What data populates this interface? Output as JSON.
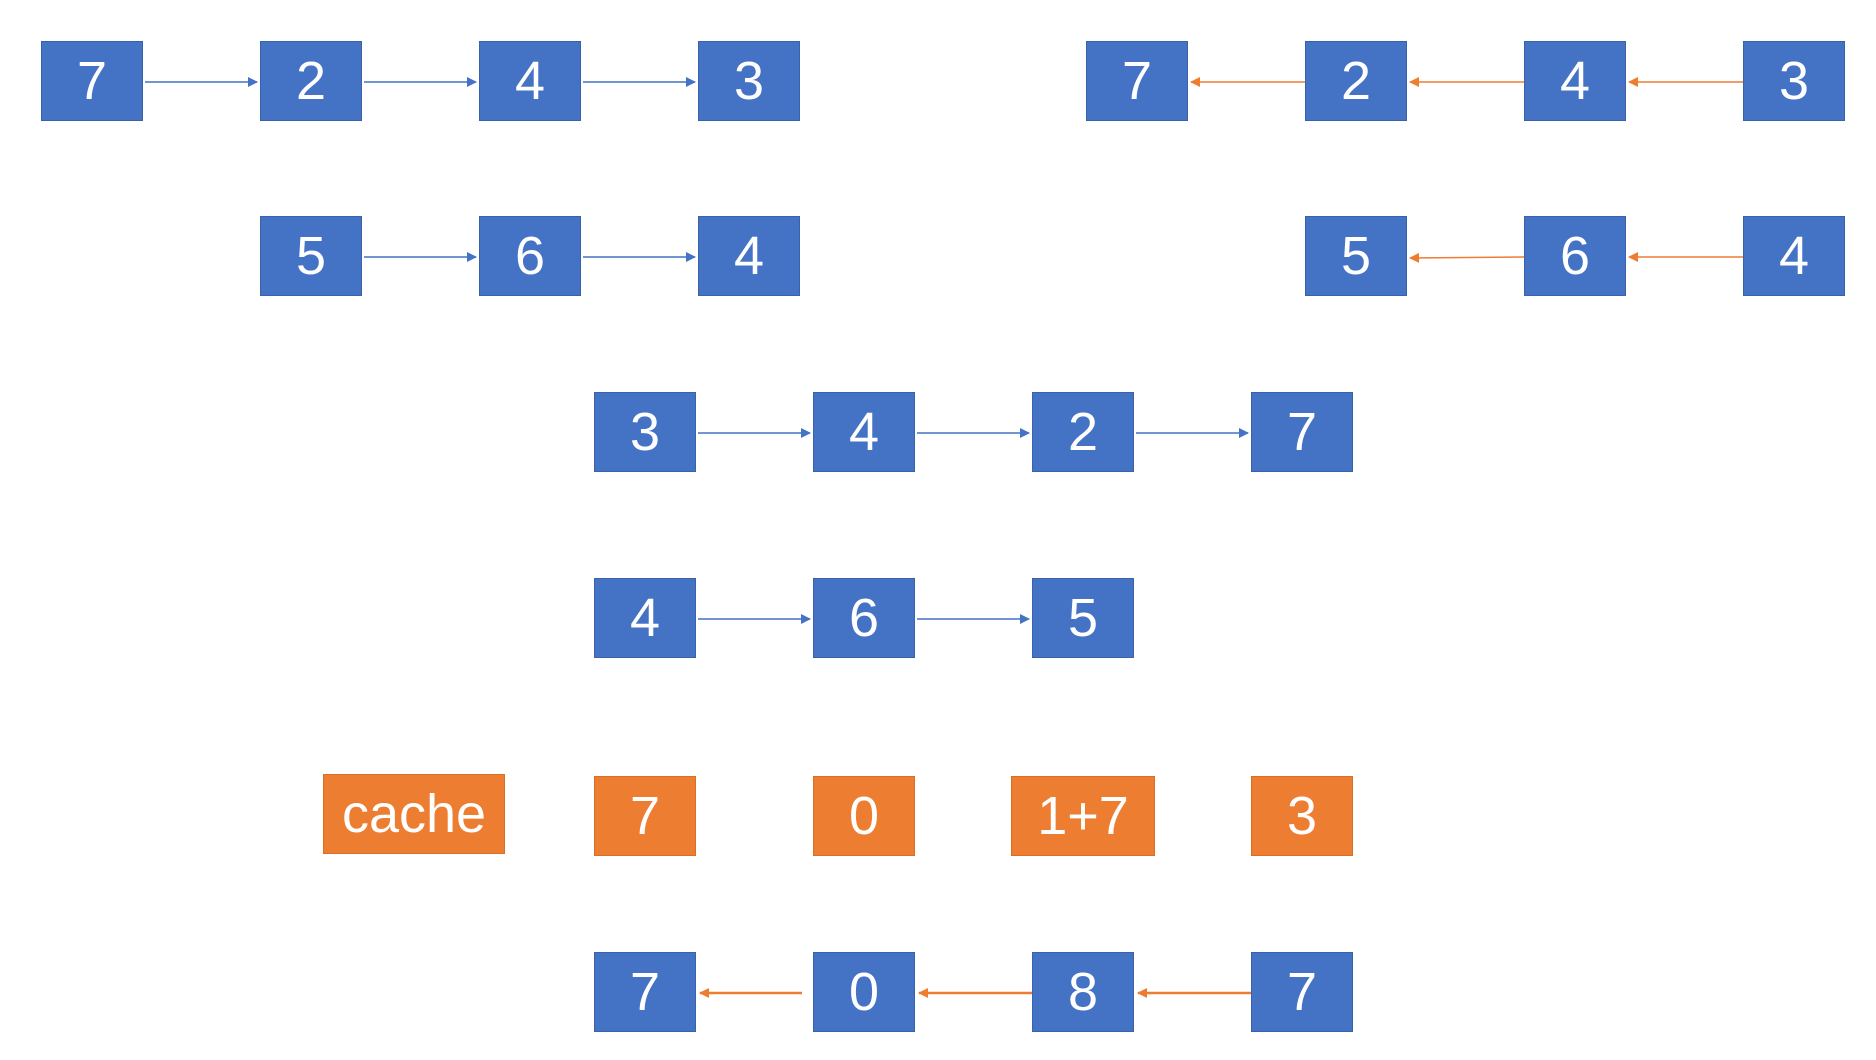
{
  "colors": {
    "node_blue": "#4472C4",
    "node_orange": "#ED7D31",
    "arrow_blue": "#4472C4",
    "arrow_orange": "#ED7D31"
  },
  "list1": [
    "7",
    "2",
    "4",
    "3"
  ],
  "list1_reversed": [
    "7",
    "2",
    "4",
    "3"
  ],
  "list2": [
    "5",
    "6",
    "4"
  ],
  "list2_reversed": [
    "5",
    "6",
    "4"
  ],
  "row3": [
    "3",
    "4",
    "2",
    "7"
  ],
  "row4": [
    "4",
    "6",
    "5"
  ],
  "cache": {
    "label": "cache",
    "values": [
      "7",
      "0",
      "1+7",
      "3"
    ]
  },
  "result": [
    "7",
    "0",
    "8",
    "7"
  ]
}
